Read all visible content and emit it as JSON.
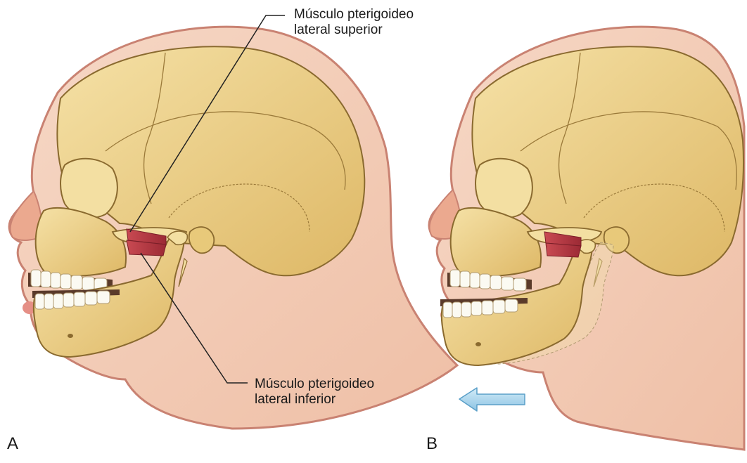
{
  "labels": {
    "upper_muscle_line1": "Músculo pterigoideo",
    "upper_muscle_line2": "lateral superior",
    "lower_muscle_line1": "Músculo pterigoideo",
    "lower_muscle_line2": "lateral inferior"
  },
  "panels": {
    "a": "A",
    "b": "B"
  },
  "colors": {
    "skin": "#f2c9b4",
    "skin_outline": "#c98272",
    "bone": "#e8c97a",
    "bone_light": "#f3dfa2",
    "bone_outline": "#8a6a2f",
    "muscle": "#b7343f",
    "teeth": "#fbfaf2",
    "arrow": "#a8d4ec",
    "arrow_outline": "#5a9fc8"
  },
  "icons": {
    "movement_arrow": "left-arrow-icon"
  }
}
